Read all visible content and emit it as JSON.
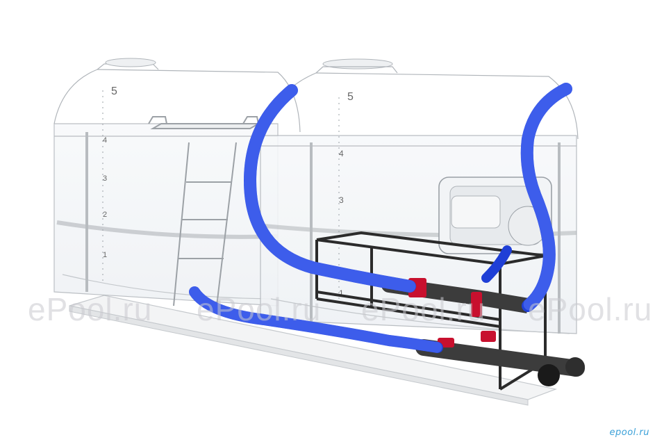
{
  "watermarks": [
    "ePool.ru",
    "ePool.ru",
    "ePool.ru",
    "ePool.ru"
  ],
  "corner_logo": "epool.ru",
  "left_tank_scale": [
    "5",
    "4",
    "3",
    "2",
    "1"
  ],
  "right_tank_scale": [
    "5",
    "4",
    "3",
    "1"
  ],
  "colors": {
    "hose": "#1f3fd6",
    "hose_highlight": "#5b7bff",
    "valve": "#c8102e",
    "frame": "#2b2b2b",
    "pipe": "#3c3c3c",
    "tank_outline": "#9aa0a6"
  }
}
